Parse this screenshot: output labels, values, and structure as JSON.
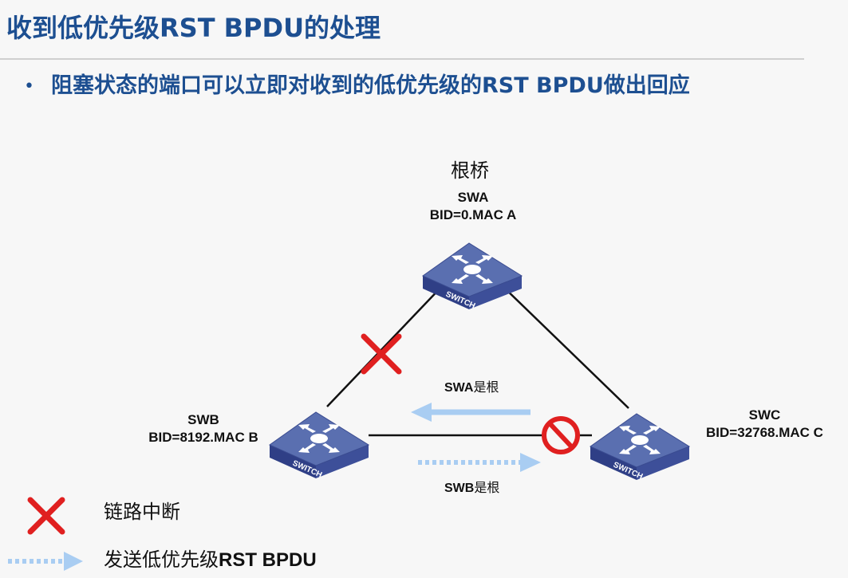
{
  "title": "收到低优先级RST BPDU的处理",
  "bullet": "阻塞状态的端口可以立即对收到的低优先级的RST BPDU做出回应",
  "root": {
    "heading": "根桥",
    "name": "SWA",
    "bid": "BID=0.MAC A"
  },
  "swb": {
    "name": "SWB",
    "bid": "BID=8192.MAC B"
  },
  "swc": {
    "name": "SWC",
    "bid": "BID=32768.MAC C"
  },
  "switch_face_text": "SWITCH",
  "arrow_upper": {
    "name": "SWA",
    "suffix": "是根"
  },
  "arrow_lower": {
    "name": "SWB",
    "suffix": "是根"
  },
  "legend": {
    "link_down": "链路中断",
    "send_prefix": "发送低优先级",
    "send_suffix": "RST BPDU"
  },
  "colors": {
    "title": "#1d4f91",
    "switch_top": "#5a6fb0",
    "switch_side": "#2f3f86",
    "cross": "#e02020",
    "arrow": "#a9cdf2",
    "link": "#111111"
  },
  "icons": [
    "link-down-cross-icon",
    "blocked-port-icon",
    "rst-bpdu-arrow-icon",
    "switch-icon"
  ]
}
